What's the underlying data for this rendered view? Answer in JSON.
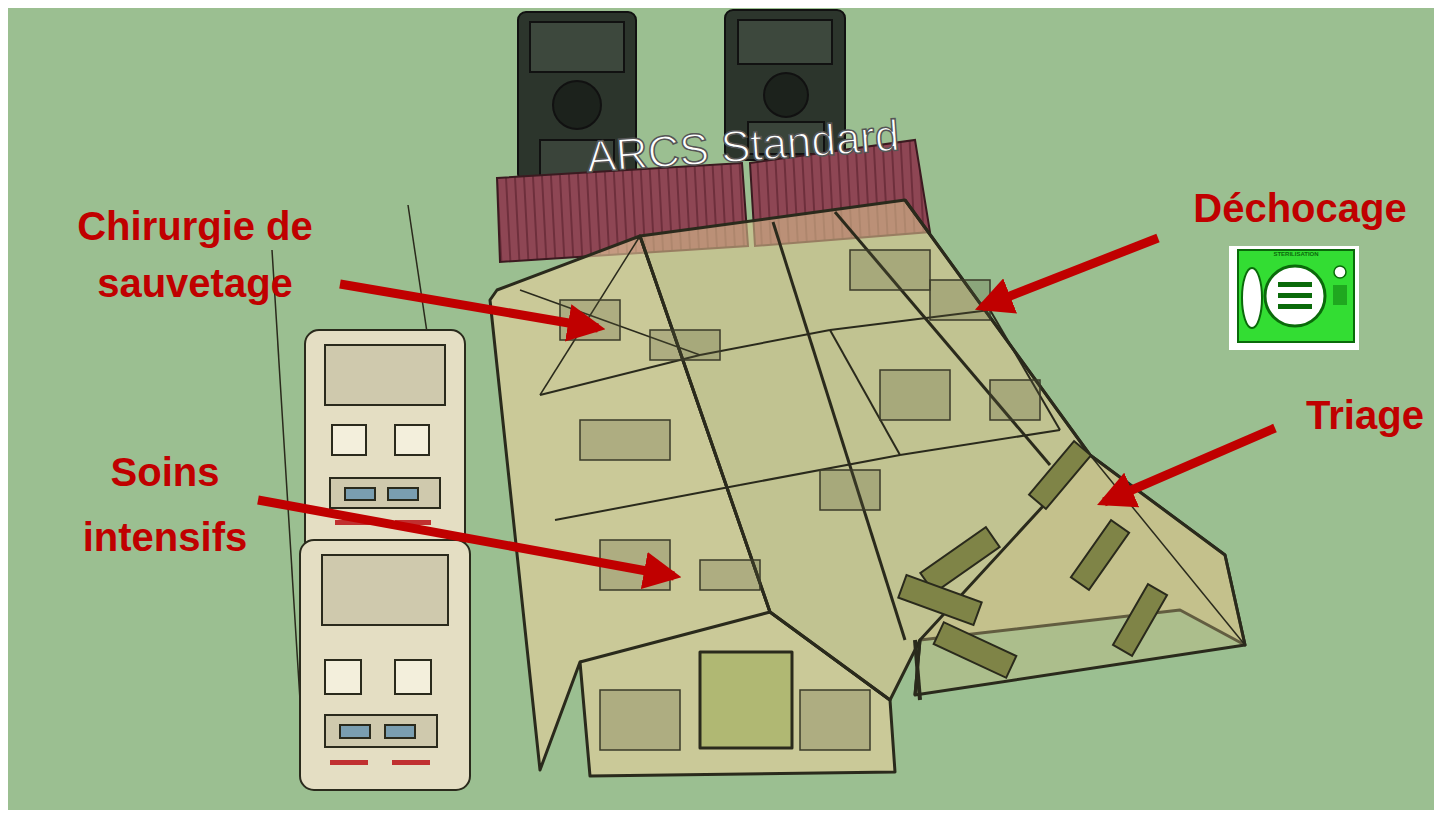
{
  "diagram": {
    "labels": [
      "ARCS Standard",
      "Chirurgie de sauvetage",
      "Déchocage",
      "STERILISATION",
      "Triage",
      "Soins intensifs"
    ]
  }
}
